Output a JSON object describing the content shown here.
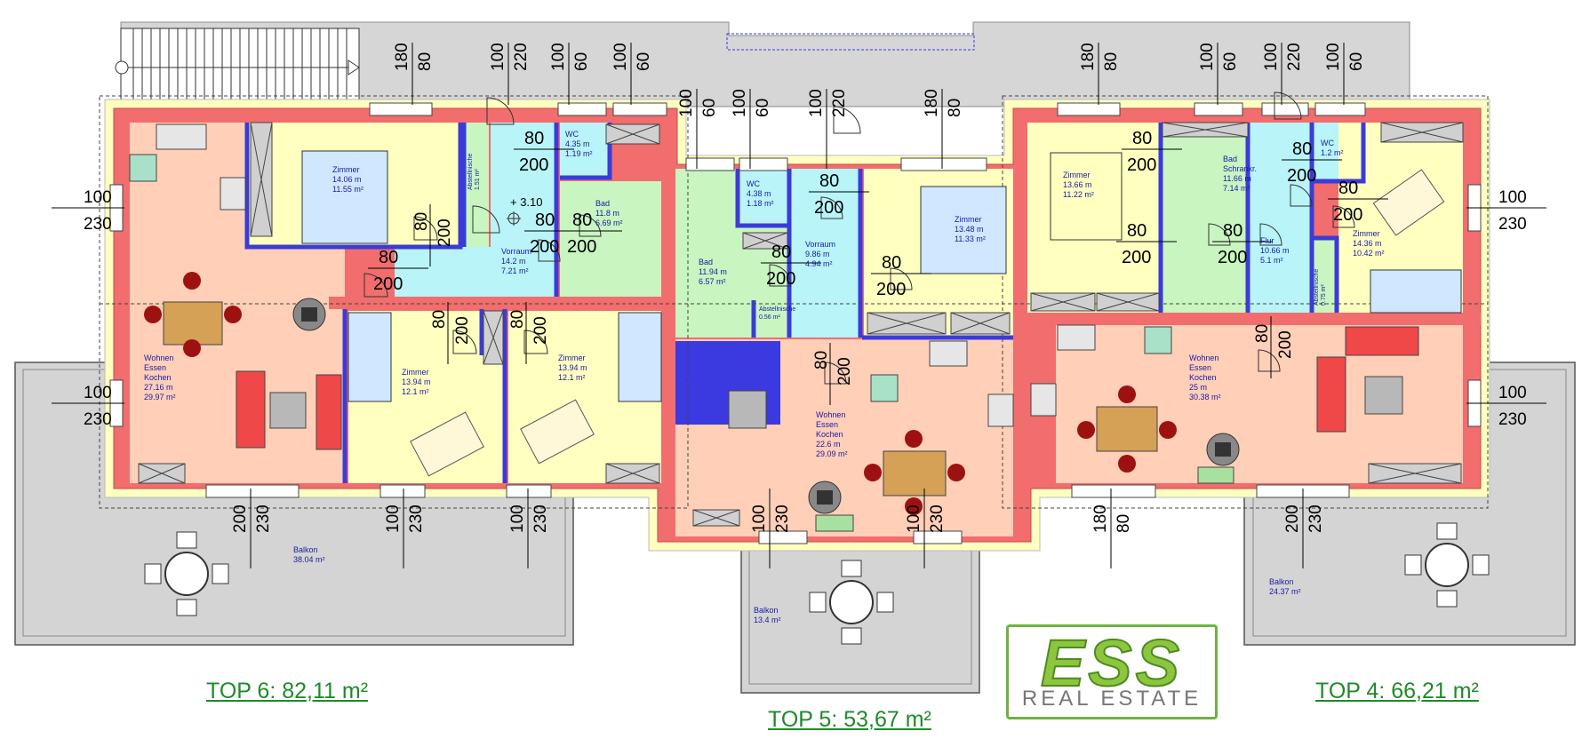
{
  "units": [
    {
      "key": "top6",
      "label": "TOP 6: 82,11 m²"
    },
    {
      "key": "top5",
      "label": "TOP 5: 53,67 m²"
    },
    {
      "key": "top4",
      "label": "TOP 4: 66,21 m²"
    }
  ],
  "logo": {
    "brand": "ESS",
    "subtitle": "REAL ESTATE"
  },
  "rooms": {
    "t6_zimmer1": "Zimmer\n14.06 m\n11.55 m²",
    "t6_abstell": "Abstellnische\n1.51 m²",
    "t6_wc": "WC\n4.35 m\n1.19 m²",
    "t6_bad": "Bad\n11.8 m\n6.69 m²",
    "t6_vorraum": "Vorraum\n14.2 m\n7.21 m²",
    "t6_wohnen": "Wohnen\nEssen\nKochen\n27.16 m\n29.97 m²",
    "t6_zimmer2": "Zimmer\n13.94 m\n12.1 m²",
    "t6_zimmer3": "Zimmer\n13.94 m\n12.1 m²",
    "t6_balkon": "Balkon\n38.04 m²",
    "t5_bad": "Bad\n11.94 m\n6.57 m²",
    "t5_wc": "WC\n4.38 m\n1.18 m²",
    "t5_vorraum": "Vorraum\n9.86 m\n4.94 m²",
    "t5_zimmer": "Zimmer\n13.48 m\n11.33 m²",
    "t5_abstell": "Abstellnische\n0.56 m²",
    "t5_wohnen": "Wohnen\nEssen\nKochen\n22.6 m\n29.09 m²",
    "t5_balkon": "Balkon\n13.4 m²",
    "t4_zimmer1": "Zimmer\n13.66 m\n11.22 m²",
    "t4_bad": "Bad\nSchrankr.\n11.66 m\n7.14 m²",
    "t4_flur": "Flur\n10.66 m\n5.1 m²",
    "t4_wc": "WC\n1.2 m²",
    "t4_zimmer2": "Zimmer\n14.36 m\n10.42 m²",
    "t4_abstell": "Abstellnische\n0.75 m²",
    "t4_wohnen": "Wohnen\nEssen\nKochen\n25 m\n30.38 m²",
    "t4_balkon": "Balkon\n24.37 m²"
  },
  "level_mark": "+ 3.10",
  "dims": {
    "d180": "180",
    "d80": "80",
    "d100": "100",
    "d220": "220",
    "d60": "60",
    "d200": "200",
    "d230": "230"
  },
  "colors": {
    "wall": "#f26d6d",
    "zimmer": "#ffffc0",
    "wet": "#c8f5c0",
    "hall": "#b8f4f8",
    "living": "#ffcfb8",
    "balcony": "#d4d4d4",
    "partition": "#3b3bd9",
    "logo_green": "#8cc63f",
    "top_label": "#1f8a2a",
    "room_text": "#1a1aa6"
  }
}
